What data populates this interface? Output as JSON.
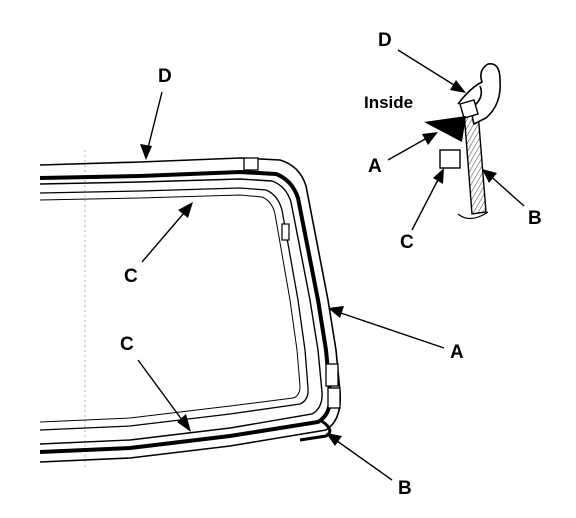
{
  "labels": {
    "main_d": "D",
    "main_c_upper": "C",
    "main_c_lower": "C",
    "main_a": "A",
    "main_b": "B",
    "detail_d": "D",
    "detail_inside": "Inside",
    "detail_a": "A",
    "detail_c": "C",
    "detail_b": "B"
  },
  "colors": {
    "ink": "#000000",
    "paper": "#ffffff",
    "detail_hatch": "#555555"
  }
}
